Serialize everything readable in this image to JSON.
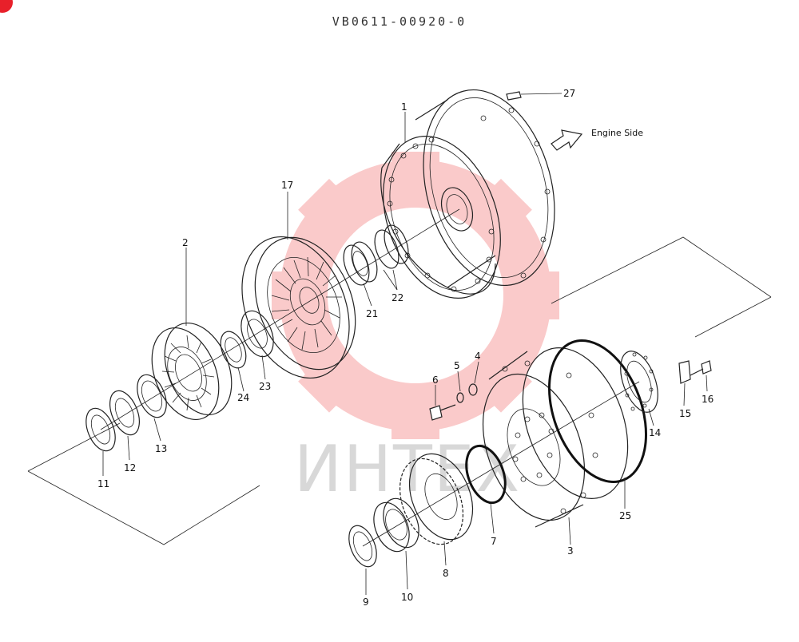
{
  "document": {
    "code": "VB0611-00920-0",
    "note": "Engine Side",
    "watermark": "ИНТЕХ"
  },
  "colors": {
    "watermark_red": "#f6a0a0",
    "watermark_gray": "#d8d8d8",
    "badge": "#e8202a",
    "ink": "#222222"
  },
  "parts": {
    "p1": "1",
    "p2": "2",
    "p3": "3",
    "p4": "4",
    "p5": "5",
    "p6": "6",
    "p7": "7",
    "p8": "8",
    "p9": "9",
    "p10": "10",
    "p11": "11",
    "p12": "12",
    "p13": "13",
    "p14": "14",
    "p15": "15",
    "p16": "16",
    "p17": "17",
    "p21": "21",
    "p22": "22",
    "p23": "23",
    "p24": "24",
    "p25": "25",
    "p27": "27"
  }
}
